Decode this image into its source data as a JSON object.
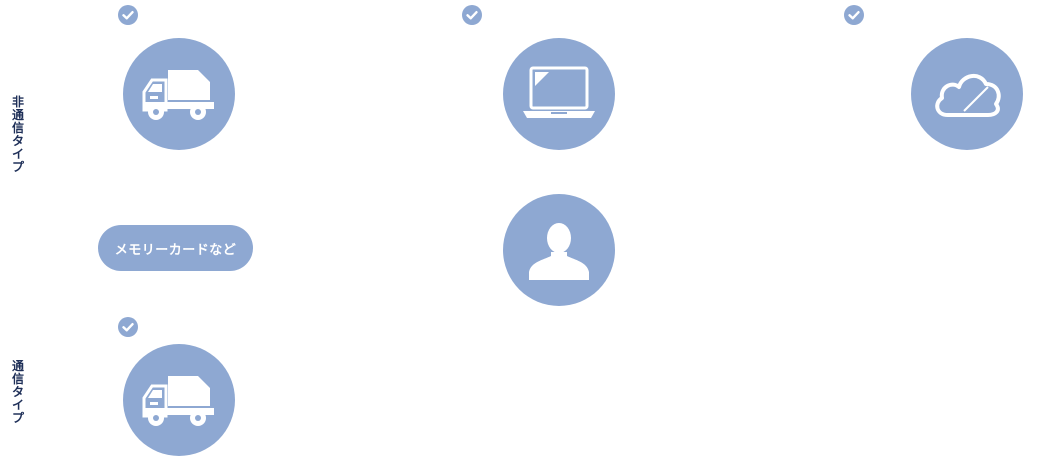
{
  "colors": {
    "accent": "#8ea8d2",
    "icon": "#ffffff",
    "label": "#1e2f58"
  },
  "labels": {
    "non_comm_type": "非通信タイプ",
    "comm_type": "通信タイプ"
  },
  "pill": {
    "text": "メモリーカードなど"
  },
  "icons": {
    "truck_top": "truck-icon",
    "laptop": "laptop-icon",
    "cloud": "cloud-icon",
    "person": "person-icon",
    "truck_bottom": "truck-icon"
  },
  "checks": [
    {
      "name": "check-icon",
      "state": "checked"
    },
    {
      "name": "check-icon",
      "state": "checked"
    },
    {
      "name": "check-icon",
      "state": "checked"
    },
    {
      "name": "check-icon",
      "state": "checked"
    }
  ]
}
